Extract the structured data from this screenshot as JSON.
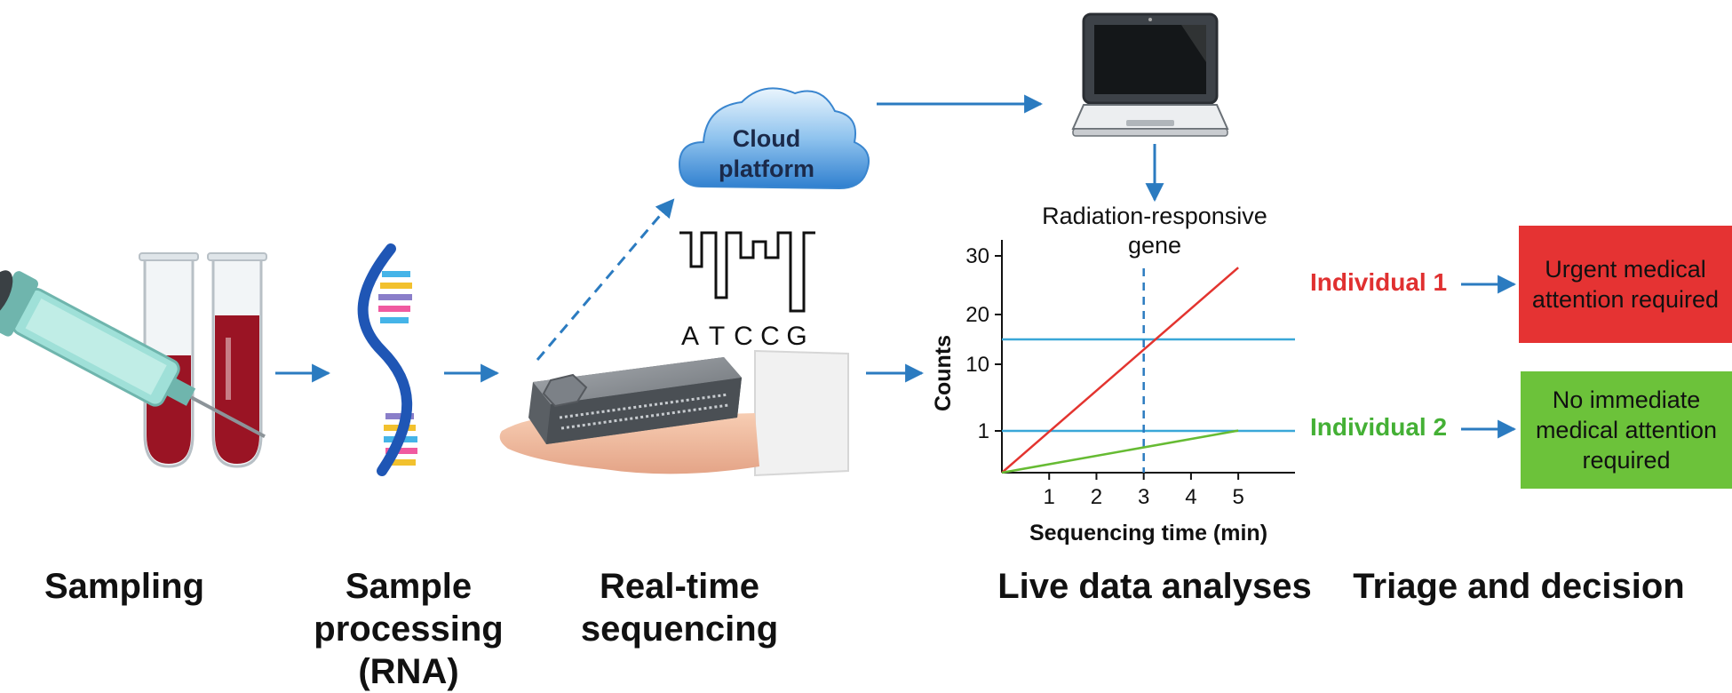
{
  "stages": {
    "sampling": "Sampling",
    "sample_processing": [
      "Sample",
      "processing",
      "(RNA)"
    ],
    "real_time_sequencing": [
      "Real-time",
      "sequencing"
    ],
    "live_data_analyses": "Live data analyses",
    "triage_and_decision": "Triage and decision"
  },
  "cloud": {
    "lines": [
      "Cloud",
      "platform"
    ]
  },
  "signal": {
    "sequence": "ATCCG"
  },
  "gene_label": [
    "Radiation-responsive",
    "gene"
  ],
  "chart_data": {
    "type": "line",
    "title": "",
    "xlabel": "Sequencing time (min)",
    "ylabel": "Counts",
    "x_ticks": [
      "1",
      "2",
      "3",
      "4",
      "5"
    ],
    "y_ticks": [
      "1",
      "10",
      "20",
      "30"
    ],
    "xlim": [
      0,
      6.2
    ],
    "y_tick_values": [
      1,
      10,
      20,
      30
    ],
    "threshold_lines": [
      1,
      15
    ],
    "vertical_marker_x": 3,
    "series": [
      {
        "name": "Individual 1",
        "color": "#e3342f",
        "points": [
          [
            0,
            0
          ],
          [
            5,
            28
          ]
        ]
      },
      {
        "name": "Individual 2",
        "color": "#66bb33",
        "points": [
          [
            0,
            0
          ],
          [
            5,
            1.05
          ]
        ]
      }
    ]
  },
  "triage": {
    "individual_1": {
      "label": "Individual 1",
      "color": "#e03030",
      "decision": [
        "Urgent medical",
        "attention required"
      ],
      "box_color": "#e53333"
    },
    "individual_2": {
      "label": "Individual 2",
      "color": "#44b035",
      "decision": [
        "No immediate",
        "medical attention",
        "required"
      ],
      "box_color": "#6cc23a"
    }
  },
  "colors": {
    "arrow": "#2b7bc0",
    "threshold": "#3aa7d8",
    "blood": "#9a1424"
  }
}
